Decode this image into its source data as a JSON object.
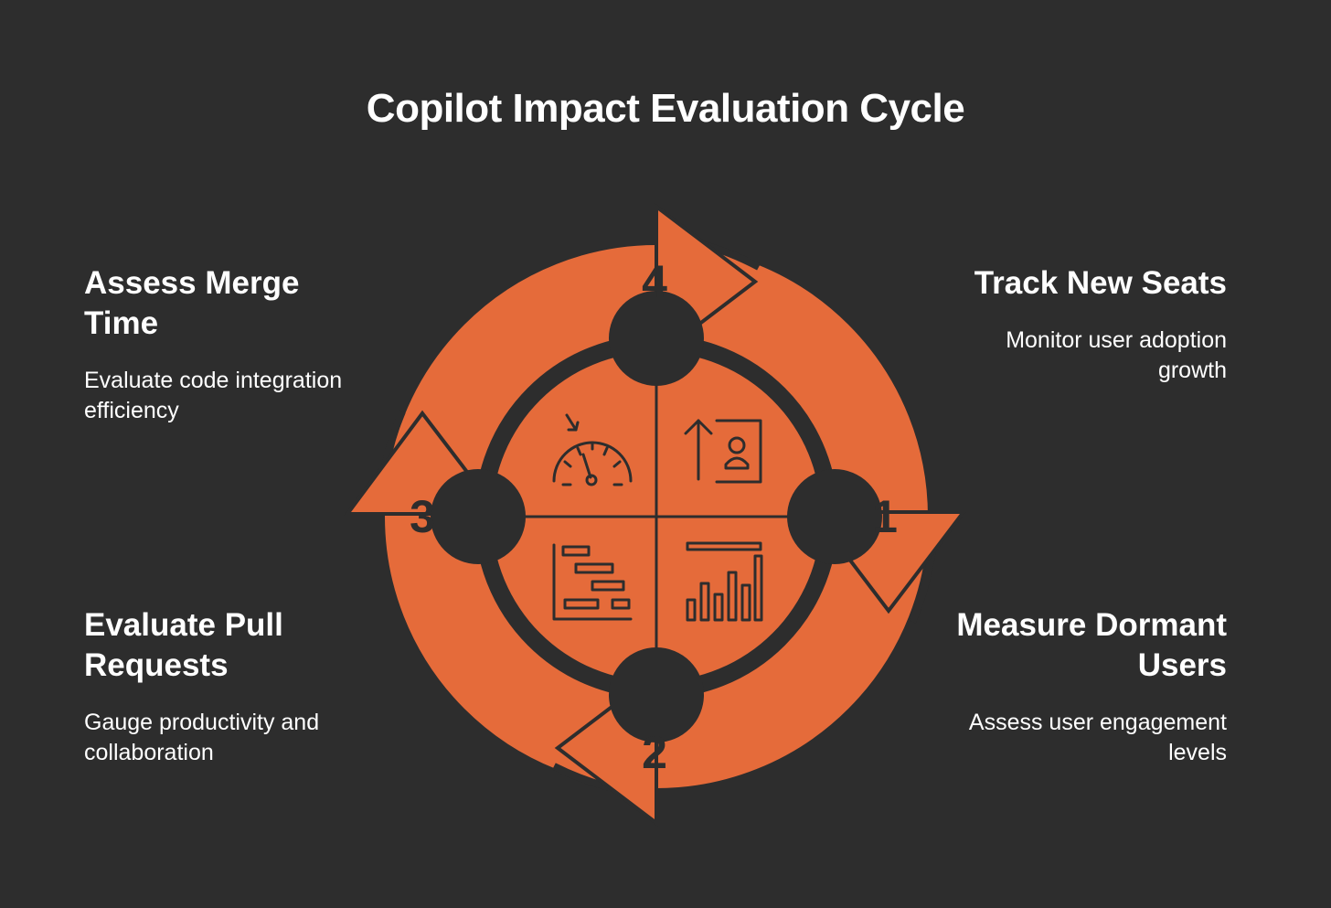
{
  "title": "Copilot Impact Evaluation Cycle",
  "colors": {
    "background": "#2d2d2d",
    "accent": "#e56b3a",
    "text": "#ffffff"
  },
  "steps": [
    {
      "number": "1",
      "heading": "Track New Seats",
      "description": "Monitor user adoption growth",
      "icon": "user-growth-icon"
    },
    {
      "number": "2",
      "heading": "Measure Dormant Users",
      "description": "Assess user engagement levels",
      "icon": "bar-chart-icon"
    },
    {
      "number": "3",
      "heading": "Evaluate Pull Requests",
      "description": "Gauge productivity and collaboration",
      "icon": "gantt-chart-icon"
    },
    {
      "number": "4",
      "heading": "Assess Merge Time",
      "description": "Evaluate code integration efficiency",
      "icon": "speedometer-icon"
    }
  ]
}
